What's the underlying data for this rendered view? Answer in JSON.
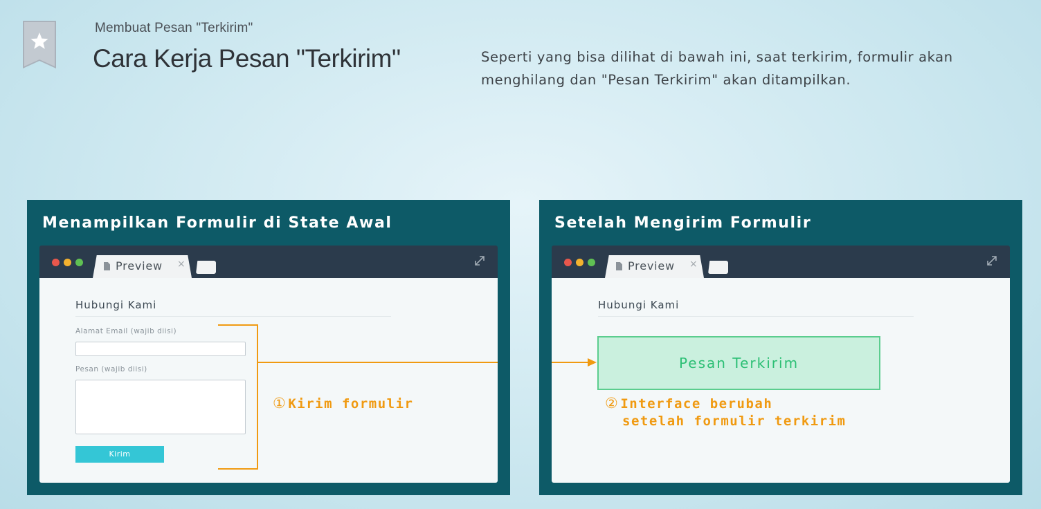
{
  "header": {
    "subtitle": "Membuat Pesan \"Terkirim\"",
    "title": "Cara Kerja Pesan \"Terkirim\"",
    "description": "Seperti yang bisa dilihat di bawah ini, saat terkirim, formulir akan menghilang dan \"Pesan Terkirim\" akan ditampilkan.",
    "bookmark_icon": "bookmark-star-icon"
  },
  "colors": {
    "panel_bg": "#0d5a67",
    "annotation": "#f09a11",
    "submit_button": "#34c6d6",
    "success_bg": "#caf0de",
    "success_text": "#2bbf74"
  },
  "left_panel": {
    "title": "Menampilkan Formulir di State Awal",
    "browser": {
      "tab_label": "Preview",
      "tab_close": "×"
    },
    "form": {
      "title": "Hubungi Kami",
      "email_label": "Alamat Email (wajib diisi)",
      "email_value": "",
      "message_label": "Pesan (wajib diisi)",
      "message_value": "",
      "submit_label": "Kirim"
    },
    "annotation": {
      "number": "①",
      "text": "Kirim formulir"
    }
  },
  "right_panel": {
    "title": "Setelah Mengirim Formulir",
    "browser": {
      "tab_label": "Preview",
      "tab_close": "×"
    },
    "form": {
      "title": "Hubungi Kami",
      "success_message": "Pesan Terkirim"
    },
    "annotation": {
      "number": "②",
      "line1": "Interface berubah",
      "line2": "setelah formulir terkirim"
    }
  }
}
